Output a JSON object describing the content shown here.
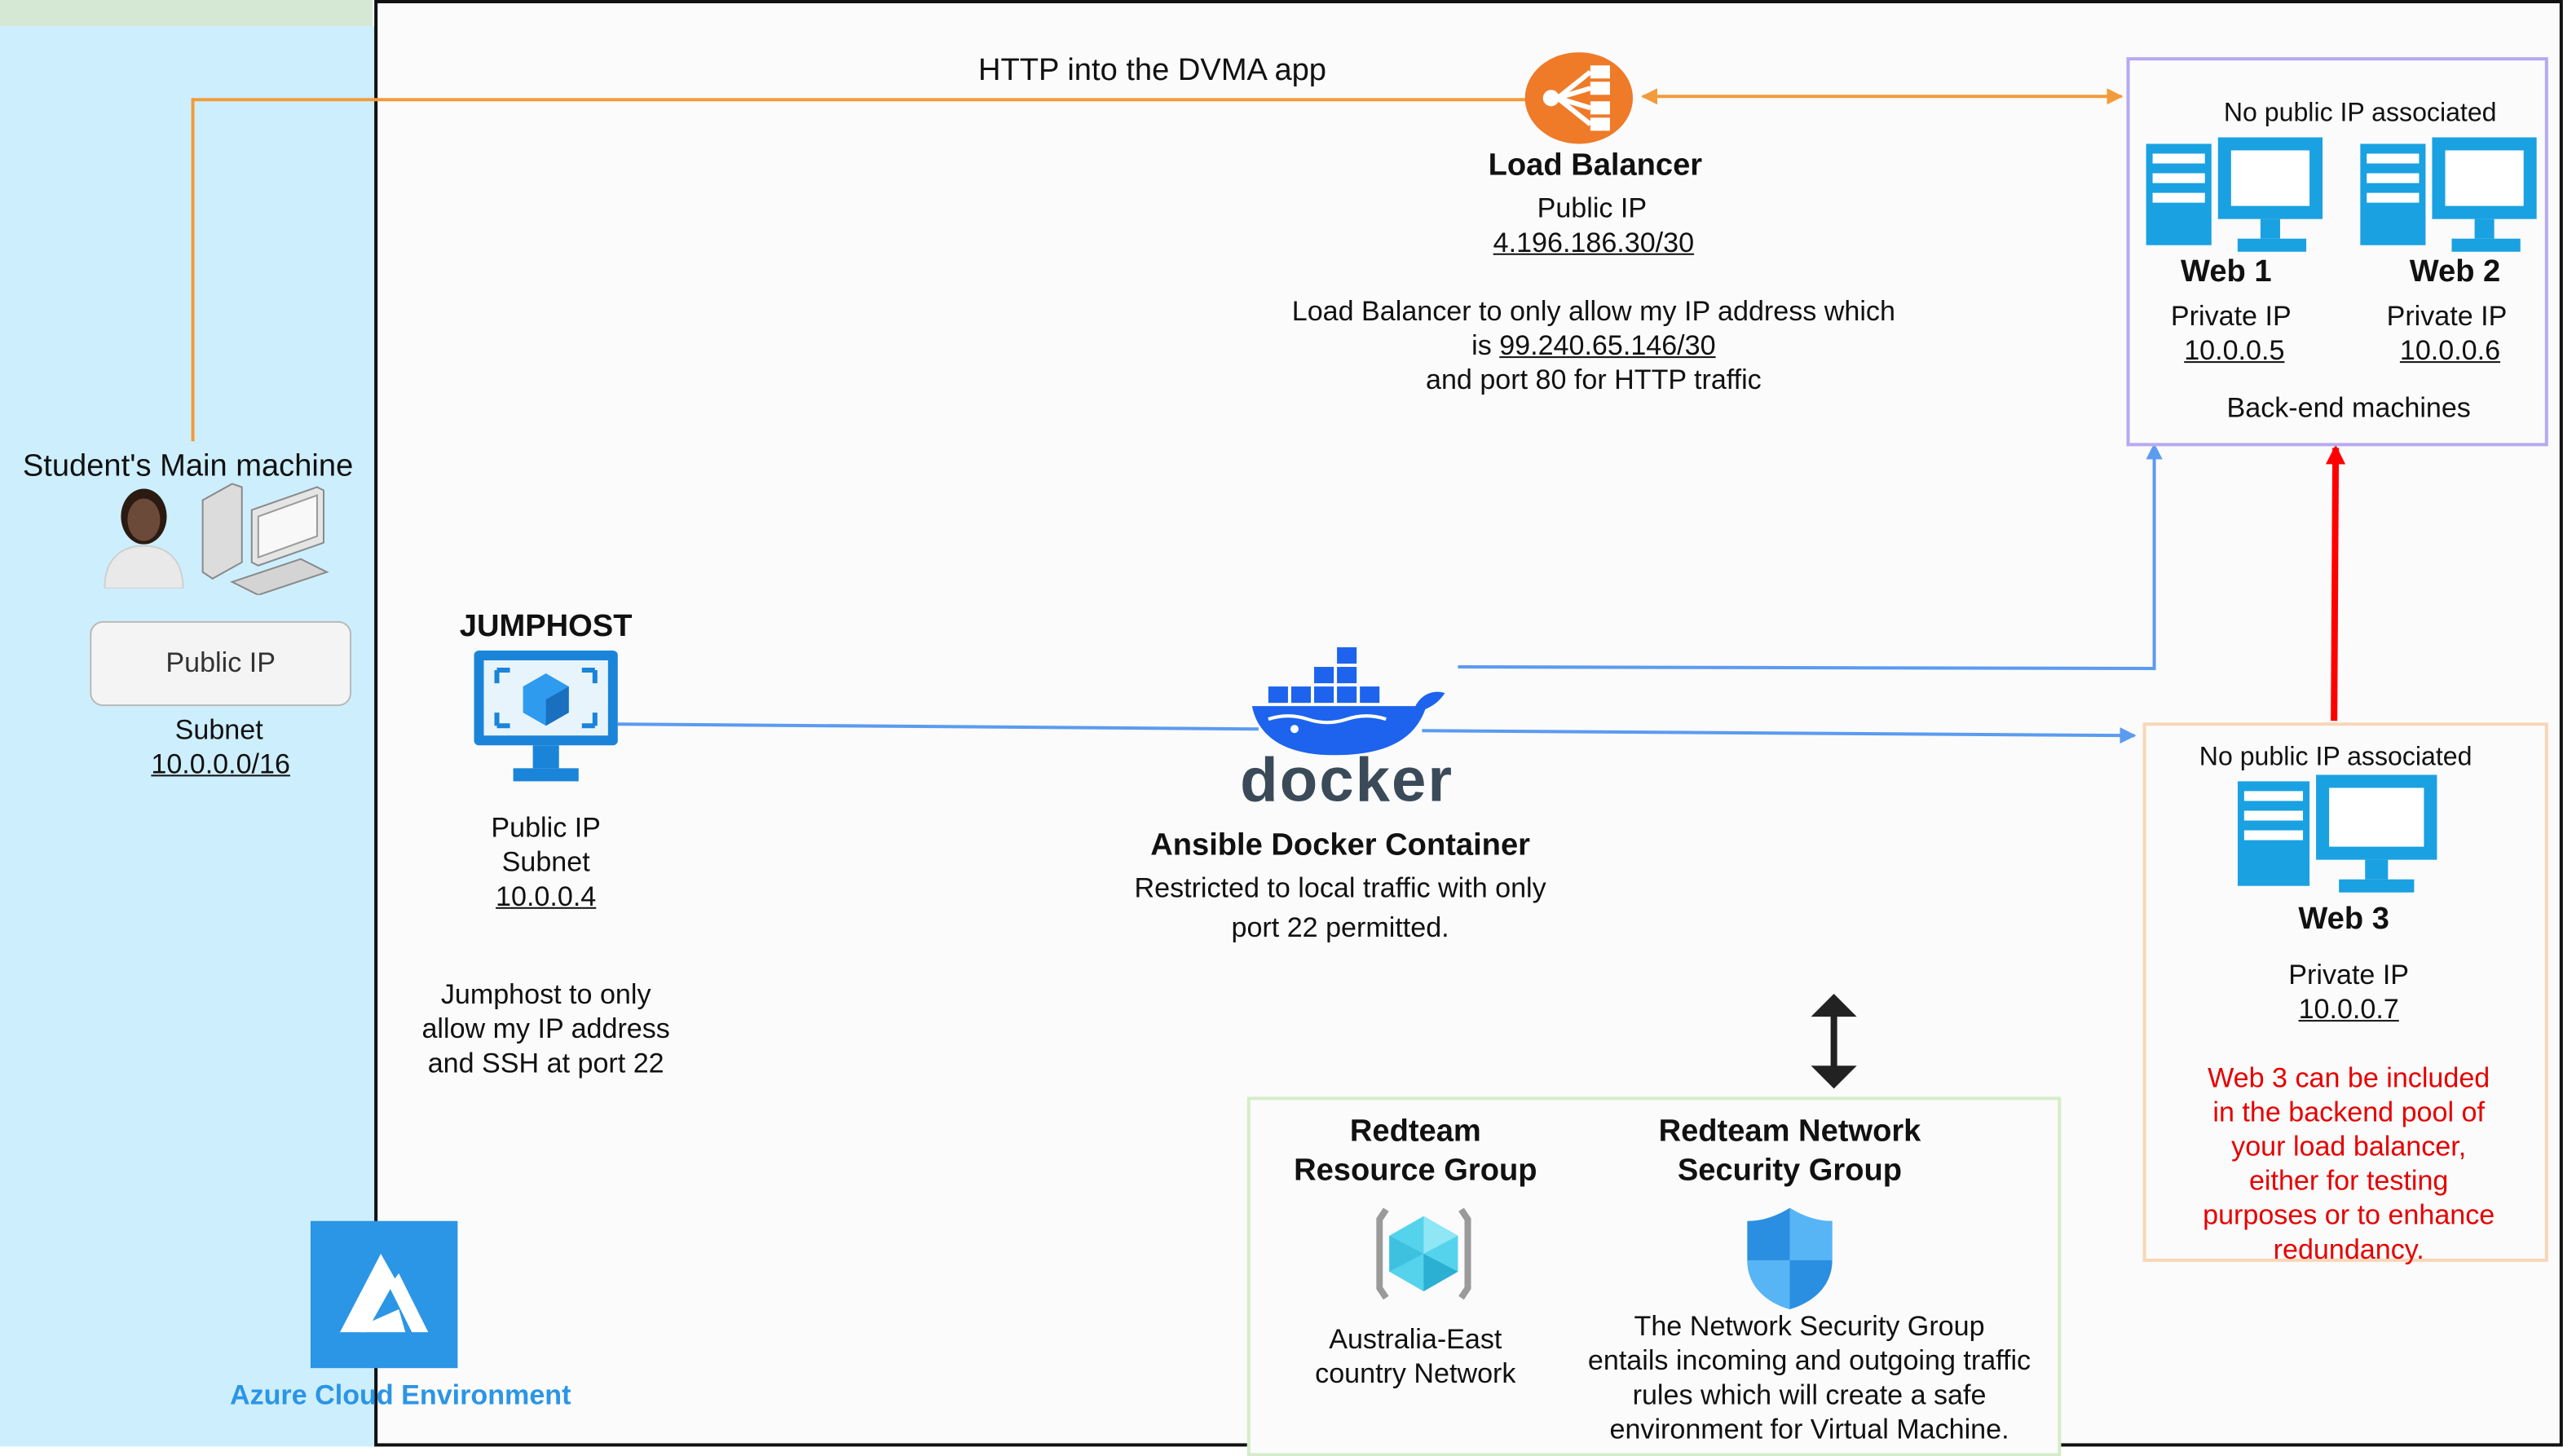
{
  "student": {
    "title": "Student's Main machine",
    "public_ip_box": "Public IP",
    "subnet_label": "Subnet",
    "subnet": "10.0.0.0/16"
  },
  "azure": {
    "label": "Azure Cloud Environment"
  },
  "http_label": "HTTP into the DVMA app",
  "load_balancer": {
    "title": "Load Balancer",
    "ip_label": "Public IP",
    "ip": "4.196.186.30/30",
    "note_line1": "Load Balancer to only allow my IP address which",
    "note_line2_prefix": "is ",
    "note_line2_ip": "99.240.65.146/30",
    "note_line3": "and port 80 for HTTP traffic"
  },
  "backend": {
    "note": "No public IP associated",
    "web1": {
      "title": "Web 1",
      "ip_label": "Private IP",
      "ip": "10.0.0.5"
    },
    "web2": {
      "title": "Web 2",
      "ip_label": "Private IP",
      "ip": "10.0.0.6"
    },
    "caption": "Back-end machines"
  },
  "jumphost": {
    "title": "JUMPHOST",
    "line1": "Public IP",
    "line2": "Subnet",
    "ip": "10.0.0.4",
    "note1": "Jumphost to only",
    "note2": "allow my IP address",
    "note3": "and SSH at port 22"
  },
  "docker": {
    "wordmark": "docker",
    "title": "Ansible Docker Container",
    "line1": "Restricted to local traffic with only",
    "line2": "port 22 permitted."
  },
  "web3": {
    "note": "No public IP associated",
    "title": "Web 3",
    "ip_label": "Private IP",
    "ip": "10.0.0.7",
    "red_note": [
      "Web 3 can be included",
      "in the backend pool of",
      "your load balancer,",
      "either for testing",
      "purposes or to enhance",
      "redundancy."
    ]
  },
  "resource_group": {
    "title1": "Redteam",
    "title2": "Resource Group",
    "desc1": "Australia-East",
    "desc2": "country Network"
  },
  "nsg": {
    "title1": "Redteam Network",
    "title2": "Security Group",
    "desc": [
      "The Network Security Group",
      "entails incoming and outgoing traffic",
      "rules which will create a safe",
      "environment for Virtual Machine."
    ]
  },
  "colors": {
    "azure_panel": "#cdeffd",
    "orange": "#f39b3c",
    "blue_line": "#5b9bf0",
    "red_line": "#ff0000",
    "azure_blue": "#2b95e6",
    "pc_blue": "#1aa1e1"
  }
}
